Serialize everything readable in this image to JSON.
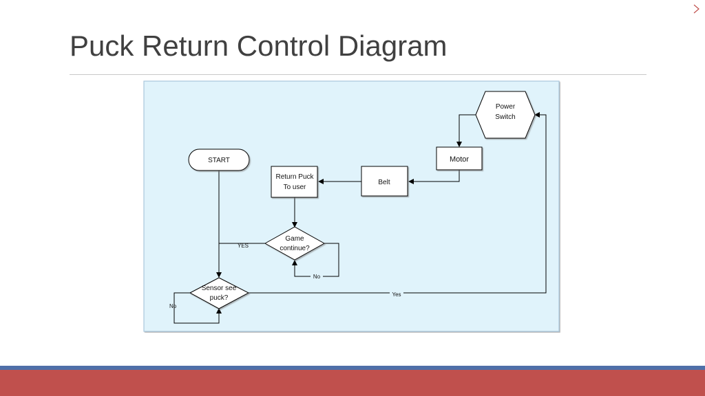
{
  "slide": {
    "title": "Puck Return Control Diagram"
  },
  "diagram": {
    "nodes": {
      "start": "START",
      "power_switch": [
        "Power",
        "Switch"
      ],
      "motor": "Motor",
      "belt": "Belt",
      "return_puck": [
        "Return Puck",
        "To user"
      ],
      "game_continue": [
        "Game",
        "continue?"
      ],
      "sensor": [
        "Sensor see",
        "puck?"
      ]
    },
    "edge_labels": {
      "game_yes": "YES",
      "game_no": "No",
      "sensor_no": "No",
      "sensor_yes": "Yes"
    }
  },
  "colors": {
    "diagram_background": "#e0f3fb",
    "diagram_border": "#a9c7dc",
    "accent_blue": "#4f6fa8",
    "accent_red": "#c0504d"
  },
  "icons": {
    "corner": "chevron-icon"
  }
}
